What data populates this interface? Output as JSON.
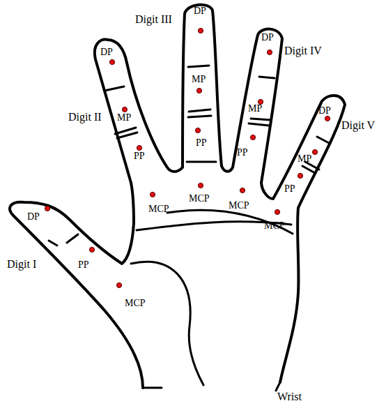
{
  "diagram": {
    "labels": [
      "Digit III",
      "DP",
      "DP",
      "Digit IV",
      "DP",
      "Digit II",
      "MP",
      "MP",
      "MP",
      "DP",
      "Digit V",
      "PP",
      "PP",
      "PP",
      "MP",
      "PP",
      "MCP",
      "MCP",
      "MCP",
      "DP",
      "MCP",
      "Digit I",
      "PP",
      "MCP",
      "Wrist"
    ]
  }
}
